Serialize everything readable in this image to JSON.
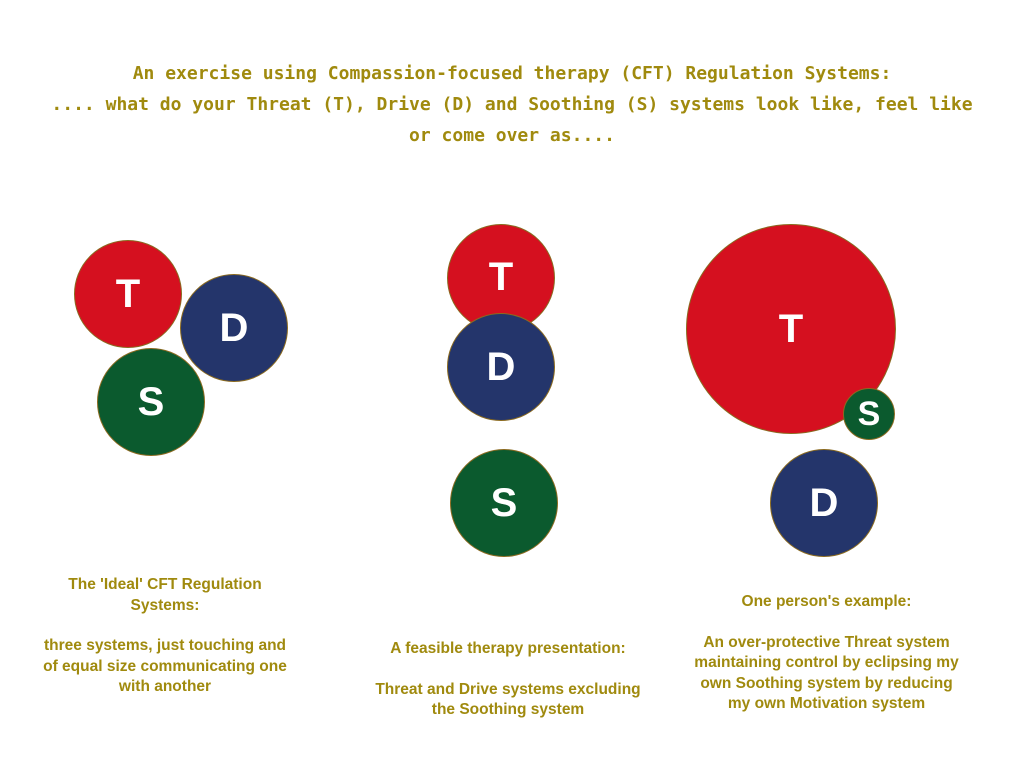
{
  "header": {
    "line1": "An exercise using Compassion-focused therapy (CFT) Regulation Systems:",
    "line2": ".... what do your Threat (T), Drive (D) and Soothing (S) systems look like, feel like",
    "line3": "or come over as...."
  },
  "diagrams": {
    "ideal": {
      "threat": "T",
      "drive": "D",
      "soothing": "S",
      "caption_title": [
        "The 'Ideal' CFT Regulation",
        "Systems:"
      ],
      "caption_body": [
        "three systems, just touching and",
        "of equal size communicating one",
        "with another"
      ]
    },
    "feasible": {
      "threat": "T",
      "drive": "D",
      "soothing": "S",
      "caption_title": [
        "A feasible therapy presentation:"
      ],
      "caption_body": [
        "Threat and Drive systems excluding",
        "the Soothing system"
      ]
    },
    "personal": {
      "threat": "T",
      "drive": "D",
      "soothing": "S",
      "caption_title": [
        "One person's example:"
      ],
      "caption_body": [
        "An over-protective Threat system",
        "maintaining control by eclipsing my",
        "own Soothing system by reducing",
        "my own Motivation system"
      ]
    }
  },
  "colors": {
    "threat": "#d5101f",
    "drive": "#24356b",
    "soothing": "#0b5a2e",
    "text": "#a08a0e"
  }
}
